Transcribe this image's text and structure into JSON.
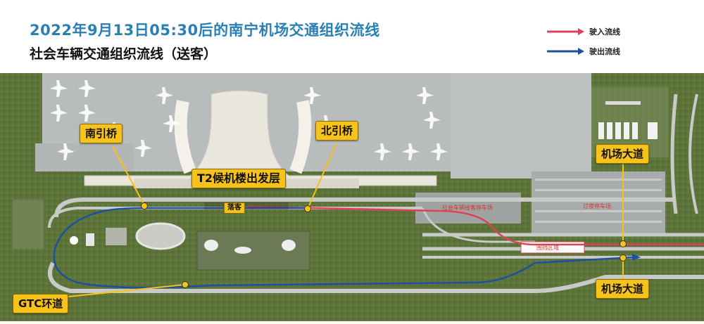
{
  "header": {
    "title": "2022年9月13日05:30后的南宁机场交通组织流线",
    "subtitle": "社会车辆交通组织流线（送客）"
  },
  "legend": [
    {
      "label": "驶入流线",
      "color": "#e0405b"
    },
    {
      "label": "驶出流线",
      "color": "#1f4f9f"
    }
  ],
  "callouts": {
    "south_bridge": "南引桥",
    "north_bridge": "北引桥",
    "t2_departure": "T2候机楼出发层",
    "airport_road_top": "机场大道",
    "airport_road_bottom": "机场大道",
    "gtc_loop": "GTC环道"
  },
  "drop_off": "落客",
  "zones": {
    "social_parking": "社会车辆接客停车场",
    "parking_lot": "过夜停车场",
    "enclosure": "围挡区域"
  },
  "colors": {
    "inbound": "#e0405b",
    "outbound": "#1f4f9f",
    "callout": "#f7c21a",
    "title_blue": "#2a7fb3"
  }
}
